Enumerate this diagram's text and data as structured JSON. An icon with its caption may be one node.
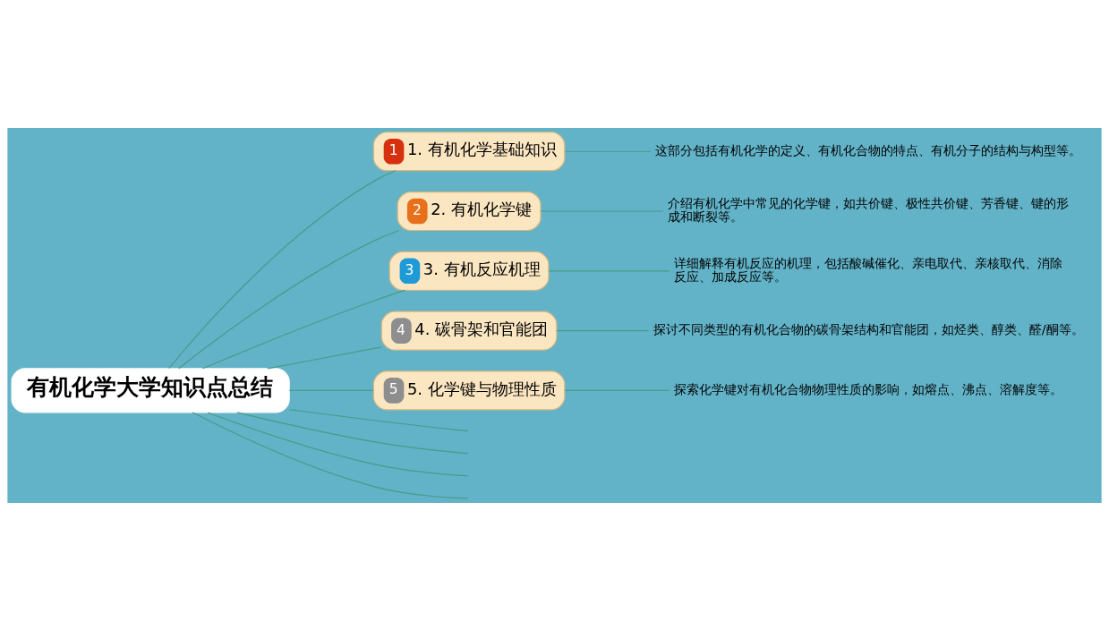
{
  "diagram": {
    "nodes": [
      {
        "text": [
          "有机化学大学知识点总结"
        ]
      },
      {
        "text": [
          "1",
          "1. 有机化学基础知识"
        ]
      },
      {
        "text": [
          "这部分包括有机化学的定义、有机化合物的特点、有机分子的结构与构型等。"
        ]
      },
      {
        "text": [
          "2",
          "2. 有机化学键"
        ]
      },
      {
        "text": [
          "介绍有机化学中常见的化学键，如共价键、极性共价键、芳香键、键的形成和断裂等。"
        ]
      },
      {
        "text": [
          "3",
          "3. 有机反应机理"
        ]
      },
      {
        "text": [
          "详细解释有机反应的机理，包括酸碱催化、亲电取代、亲核取代、消除反应、加成反应等。"
        ]
      },
      {
        "text": [
          "4",
          "4. 碳骨架和官能团"
        ]
      },
      {
        "text": [
          "探讨不同类型的有机化合物的碳骨架结构和官能团，如烃类、醇类、醛/酮等。"
        ]
      },
      {
        "text": [
          "5",
          "5. 化学键与物理性质"
        ]
      },
      {
        "text": [
          "探索化学键对有机化合物物理性质的影响，如熔点、沸点、溶解度等。"
        ]
      }
    ],
    "edges": [
      {
        "from": 0,
        "to": 1,
        "arrow": "none"
      },
      {
        "from": 1,
        "to": 2,
        "arrow": "none"
      },
      {
        "from": 0,
        "to": 3,
        "arrow": "none"
      },
      {
        "from": 3,
        "to": 4,
        "arrow": "none"
      },
      {
        "from": 0,
        "to": 5,
        "arrow": "none"
      },
      {
        "from": 5,
        "to": 6,
        "arrow": "none"
      },
      {
        "from": 0,
        "to": 7,
        "arrow": "none"
      },
      {
        "from": 7,
        "to": 8,
        "arrow": "none"
      },
      {
        "from": 0,
        "to": 9,
        "arrow": "none"
      },
      {
        "from": 9,
        "to": 10,
        "arrow": "none"
      },
      {
        "from": 0,
        "to": null,
        "arrow": "none"
      },
      {
        "from": 0,
        "to": null,
        "arrow": "none"
      },
      {
        "from": 0,
        "to": null,
        "arrow": "none"
      },
      {
        "from": 0,
        "to": null,
        "arrow": "none"
      }
    ]
  }
}
